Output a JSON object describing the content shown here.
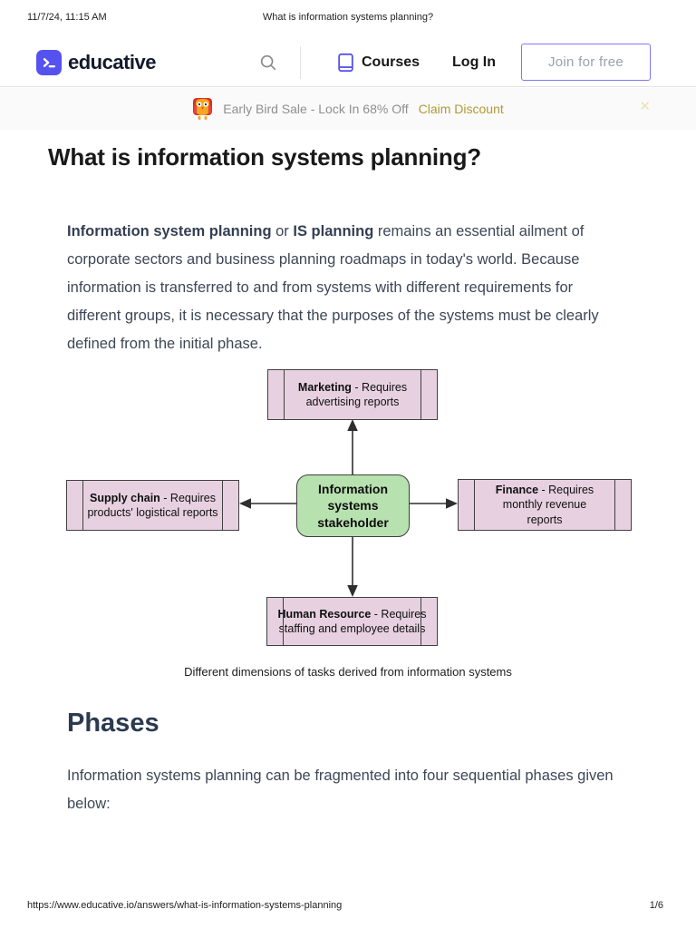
{
  "print_header": {
    "datetime": "11/7/24, 11:15 AM",
    "doc_title": "What is information systems planning?"
  },
  "navbar": {
    "brand": "educative",
    "courses_label": "Courses",
    "login_label": "Log In",
    "join_label": "Join for free"
  },
  "banner": {
    "sale_text": "Early Bird Sale - Lock In 68% Off",
    "claim_label": "Claim Discount",
    "close_icon": "✕"
  },
  "icons": {
    "brand_icon": "terminal-prompt",
    "search_icon": "magnifier",
    "courses_icon": "book",
    "banner_mascot_icon": "owl"
  },
  "article": {
    "title": "What is information systems planning?",
    "intro": {
      "bold1": "Information system planning",
      "sep1": " or ",
      "bold2": "IS planning",
      "rest": " remains an essential ailment of corporate sectors and business planning roadmaps in today's world. Because information is transferred to and from systems with different requirements for different groups, it is necessary that the purposes of the systems must be clearly defined from the initial phase."
    },
    "diagram": {
      "center": "Information systems stakeholder",
      "nodes": [
        {
          "name": "Marketing",
          "desc": " - Requires advertising reports"
        },
        {
          "name": "Supply chain",
          "desc": " - Requires products' logistical reports"
        },
        {
          "name": "Finance",
          "desc": " - Requires monthly revenue reports"
        },
        {
          "name": "Human Resource",
          "desc": " - Requires staffing and employee details"
        }
      ],
      "caption": "Different dimensions of tasks derived from information systems"
    },
    "phases_heading": "Phases",
    "phases_intro": "Information systems planning can be fragmented into four sequential phases given below:"
  },
  "print_footer": {
    "url": "https://www.educative.io/answers/what-is-information-systems-planning",
    "page": "1/6"
  },
  "colors": {
    "brand": "#5552f0",
    "green_node": "#b7e1af",
    "pink_node": "#e7d1e0",
    "claim_link": "#b09a33"
  }
}
